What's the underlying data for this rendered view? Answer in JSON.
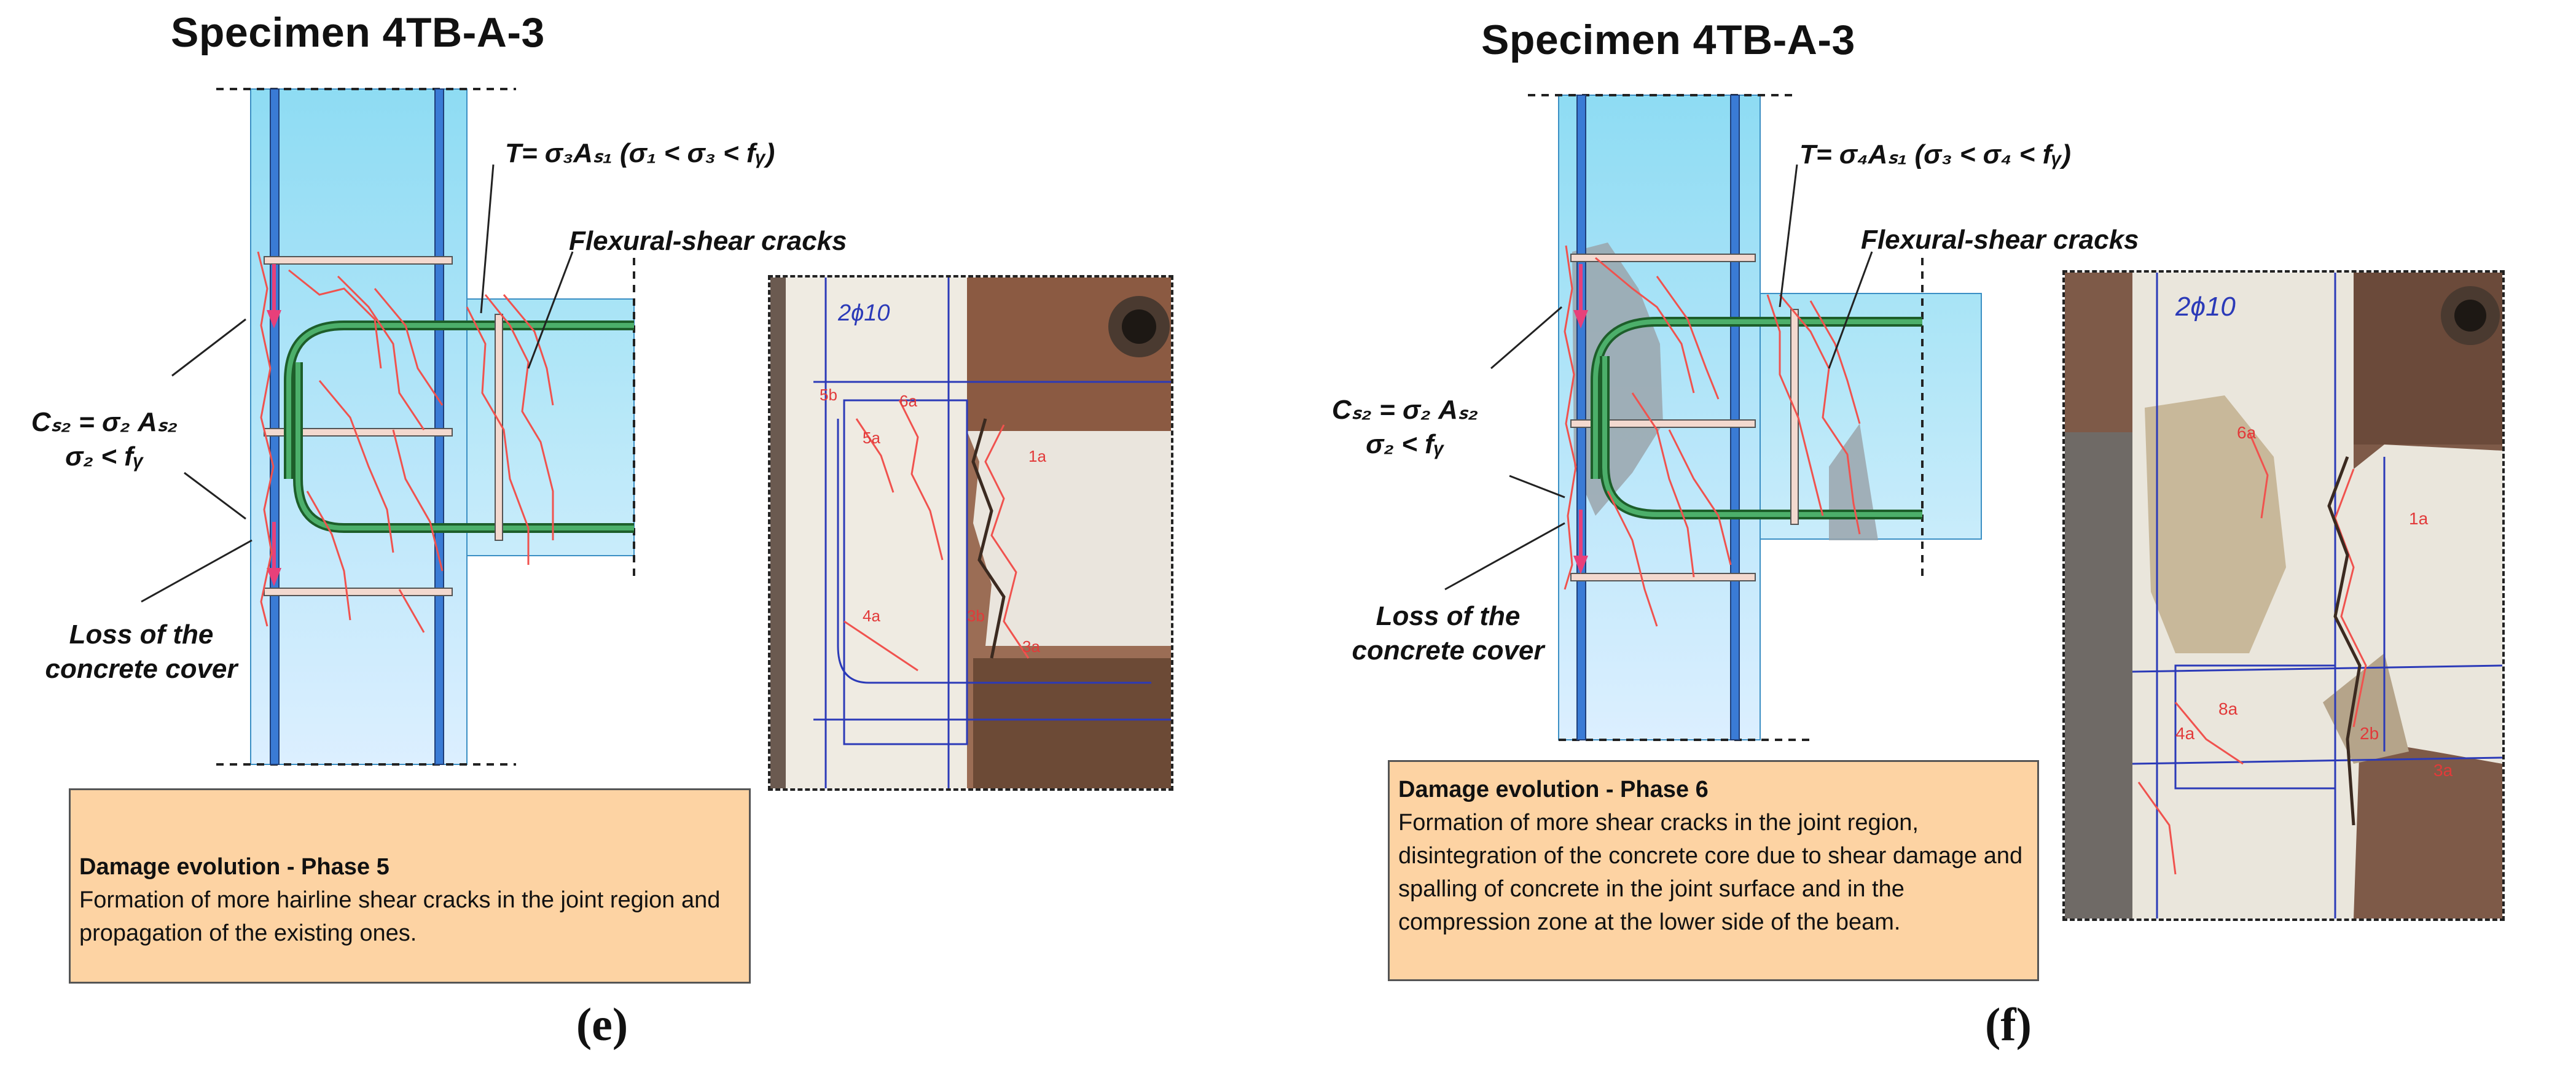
{
  "panels": [
    {
      "title": "Specimen 4TB-A-3",
      "tension_label": "T= σ₃Aₛ₁    (σ₁ < σ₃ <  fᵧ)",
      "cracks_label": "Flexural-shear cracks",
      "compression_label_line1": "Cₛ₂ = σ₂ Aₛ₂",
      "compression_label_line2": "σ₂ < fᵧ",
      "cover_label": "Loss of the concrete cover",
      "caption_heading": "Damage evolution - Phase 5",
      "caption_text": "Formation of more hairline shear cracks in the joint region and propagation of the existing ones.",
      "sub_label": "(e)",
      "photo_marks": [
        "2ϕ10",
        "5b",
        "6a",
        "5a",
        "1a",
        "4a",
        "3b",
        "3a"
      ]
    },
    {
      "title": "Specimen 4TB-A-3",
      "tension_label": "T= σ₄Aₛ₁    (σ₃ < σ₄ <  fᵧ)",
      "cracks_label": "Flexural-shear cracks",
      "compression_label_line1": "Cₛ₂ = σ₂ Aₛ₂",
      "compression_label_line2": "σ₂ < fᵧ",
      "cover_label": "Loss of the concrete cover",
      "caption_heading": "Damage evolution - Phase 6",
      "caption_text": "Formation of more shear cracks in the joint region, disintegration of the concrete core due to shear damage and spalling of concrete in the joint surface and in the compression zone at the lower side of the beam.",
      "sub_label": "(f)",
      "photo_marks": [
        "2ϕ10",
        "6a",
        "1a",
        "8a",
        "4a",
        "2b",
        "3a"
      ]
    }
  ],
  "colors": {
    "column_fill": "#a9e4f5",
    "beam_fill": "#b5e6f6",
    "rebar": "#3a7bd5",
    "hoop_green": "#2c7a3a",
    "crack_red": "#f0524e",
    "arrow_pink": "#e8407a",
    "caption_bg": "#fdd3a3",
    "spall_gray": "#9aa4ac"
  }
}
